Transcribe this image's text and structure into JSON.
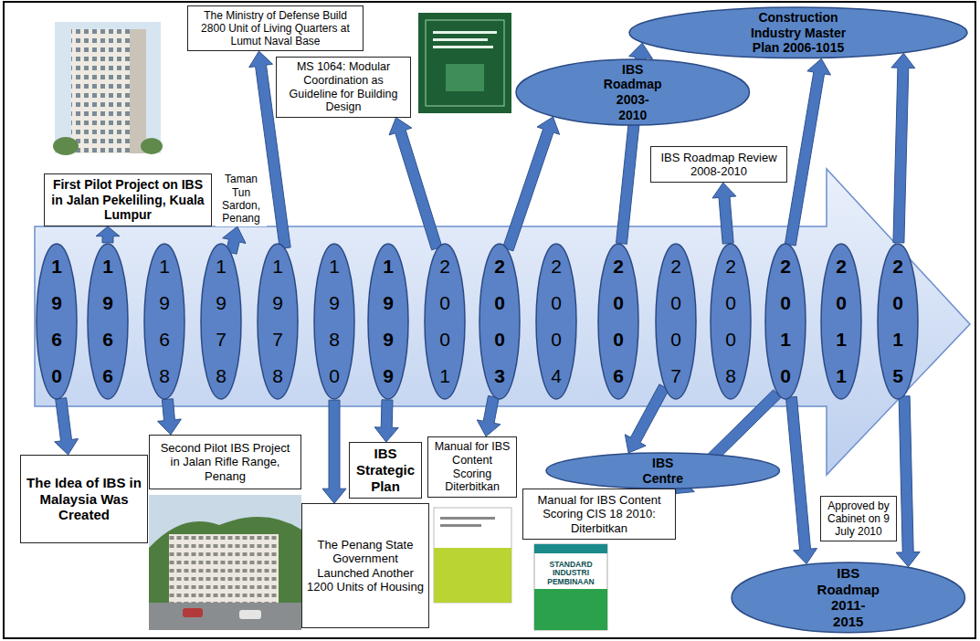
{
  "diagram": {
    "nodes": [
      {
        "text": [
          "First Pilot Project on IBS in Jalan Pekeliling, Kuala Lumpur"
        ]
      },
      {
        "text": [
          "The Ministry of Defense Build 2800 Unit of Living Quarters at Lumut Naval Base"
        ]
      },
      {
        "text": [
          "MS 1064: Modular Coordination as Guideline for Building Design"
        ]
      },
      {
        "text": [
          "Taman Tun Sardon, Penang"
        ]
      },
      {
        "text": [
          "IBS Roadmap 2003-2010"
        ]
      },
      {
        "text": [
          "IBS Roadmap Review 2008-2010"
        ]
      },
      {
        "text": [
          "Construction Industry Master Plan 2006-1015"
        ]
      },
      {
        "text": [
          "1960"
        ]
      },
      {
        "text": [
          "1966"
        ]
      },
      {
        "text": [
          "1968"
        ]
      },
      {
        "text": [
          "1978"
        ]
      },
      {
        "text": [
          "1978"
        ]
      },
      {
        "text": [
          "1980"
        ]
      },
      {
        "text": [
          "1999"
        ]
      },
      {
        "text": [
          "2001"
        ]
      },
      {
        "text": [
          "2003"
        ]
      },
      {
        "text": [
          "2004"
        ]
      },
      {
        "text": [
          "2006"
        ]
      },
      {
        "text": [
          "2007"
        ]
      },
      {
        "text": [
          "2008"
        ]
      },
      {
        "text": [
          "2010"
        ]
      },
      {
        "text": [
          "2011"
        ]
      },
      {
        "text": [
          "2015"
        ]
      },
      {
        "text": [
          "The Idea of IBS in Malaysia Was Created"
        ]
      },
      {
        "text": [
          "Second Pilot IBS Project in Jalan Rifle Range, Penang"
        ]
      },
      {
        "text": [
          "IBS Strategic Plan"
        ]
      },
      {
        "text": [
          "The Penang State Government Launched Another 1200 Units of Housing"
        ]
      },
      {
        "text": [
          "Manual for IBS Content Scoring Diterbitkan"
        ]
      },
      {
        "text": [
          "IBS Centre"
        ]
      },
      {
        "text": [
          "Manual for IBS Content Scoring CIS 18 2010: Diterbitkan"
        ]
      },
      {
        "text": [
          "Approved by Cabinet on 9 July 2010"
        ]
      },
      {
        "text": [
          "IBS Roadmap 2011-2015"
        ]
      }
    ],
    "edges": [
      {
        "from": 7,
        "to": 23,
        "arrow": "to"
      },
      {
        "from": 8,
        "to": 0,
        "arrow": "to"
      },
      {
        "from": 9,
        "to": 24,
        "arrow": "to"
      },
      {
        "from": 10,
        "to": 3,
        "arrow": "to"
      },
      {
        "from": 11,
        "to": 1,
        "arrow": "to"
      },
      {
        "from": 12,
        "to": 26,
        "arrow": "to"
      },
      {
        "from": 13,
        "to": 25,
        "arrow": "to"
      },
      {
        "from": 14,
        "to": 2,
        "arrow": "to"
      },
      {
        "from": 15,
        "to": 4,
        "arrow": "to"
      },
      {
        "from": 15,
        "to": 27,
        "arrow": "to"
      },
      {
        "from": 17,
        "to": 6,
        "arrow": "to"
      },
      {
        "from": 18,
        "to": 28,
        "arrow": "to"
      },
      {
        "from": 19,
        "to": 5,
        "arrow": "to"
      },
      {
        "from": 20,
        "to": 6,
        "arrow": "to"
      },
      {
        "from": 20,
        "to": 29,
        "arrow": "to"
      },
      {
        "from": 20,
        "to": 31,
        "arrow": "to"
      },
      {
        "from": 22,
        "to": 6,
        "arrow": "to"
      },
      {
        "from": 22,
        "to": 31,
        "arrow": "to"
      }
    ],
    "labels": [
      "STANDARD INDUSTRI PEMBINAAN"
    ]
  }
}
